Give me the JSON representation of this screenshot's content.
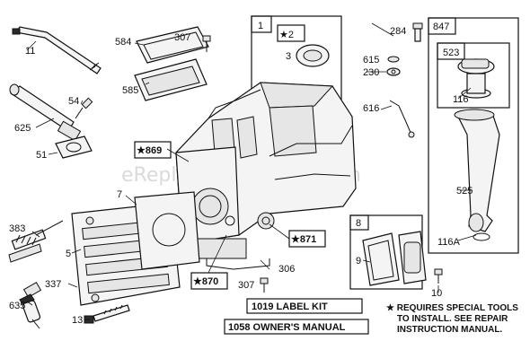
{
  "watermark": "eReplacementParts.com",
  "callouts": {
    "p1": "1",
    "p2": "★2",
    "p3": "3",
    "p5": "5",
    "p7": "7",
    "p8": "8",
    "p9": "9",
    "p10": "10",
    "p11": "11",
    "p13": "13",
    "p51": "51",
    "p54": "54",
    "p116": "116",
    "p116a": "116A",
    "p230": "230",
    "p284": "284",
    "p306": "306",
    "p307a": "307",
    "p307b": "307",
    "p337": "337",
    "p383": "383",
    "p523": "523",
    "p525": "525",
    "p584": "584",
    "p585": "585",
    "p615": "615",
    "p616": "616",
    "p625": "625",
    "p635": "635",
    "p847": "847",
    "p869": "★869",
    "p870": "★870",
    "p871": "★871"
  },
  "kits": {
    "label_kit": "1019 LABEL KIT",
    "owners_manual": "1058 OWNER'S MANUAL"
  },
  "note": {
    "line1": "★ REQUIRES SPECIAL TOOLS",
    "line2": "TO INSTALL.  SEE REPAIR",
    "line3": "INSTRUCTION MANUAL."
  }
}
